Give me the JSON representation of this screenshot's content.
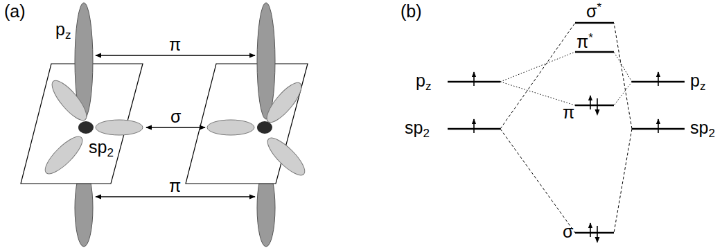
{
  "diagram": {
    "labels": [
      "(a)",
      "pz",
      "π",
      "σ",
      "π",
      "sp2",
      "(b)",
      "σ*",
      "π*",
      "π",
      "pz",
      "sp2",
      "pz",
      "sp2",
      "σ"
    ]
  }
}
